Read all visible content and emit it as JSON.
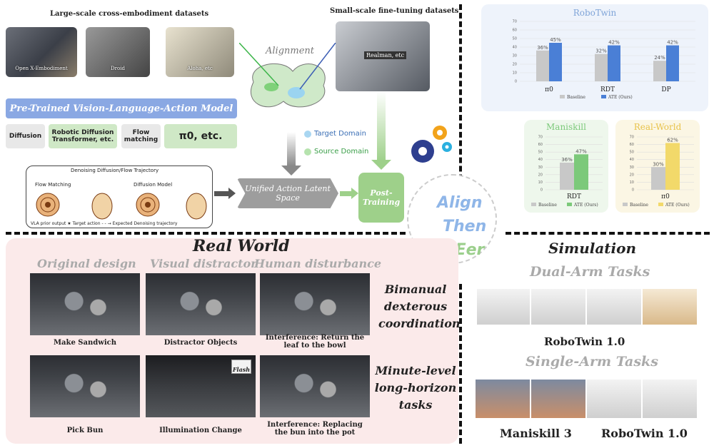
{
  "top": {
    "large_title": "Large-scale cross-embodiment datasets",
    "small_title": "Small-scale fine-tuning datasets",
    "datasets": [
      "Open X-Embodiment",
      "Droid",
      "Aloha, etc"
    ],
    "realman": "Realman, etc",
    "alignment": "Alignment",
    "pretrained": "Pre-Trained Vision-Language-Action Model",
    "models": [
      "Diffusion",
      "Robotic Diffusion Transformer, etc.",
      "Flow matching",
      "π0, etc."
    ],
    "target_domain": "Target Domain",
    "source_domain": "Source Domain",
    "trajectory_title": "Denoising Diffusion/Flow Trajectory",
    "flow_matching": "Flow Matching",
    "diffusion_model": "Diffusion Model",
    "vla_output": "VLA prior output",
    "target_action": "Target action",
    "expected_traj": "Expected Denoising trajectory",
    "unified": "Unified Action Latent Space",
    "post_training": "Post-Training"
  },
  "center_logo": {
    "line1": "Align",
    "line2": "Then",
    "line3": "stEer"
  },
  "real_world": {
    "title": "Real World",
    "columns": [
      "Original design",
      "Visual distractor",
      "Human disturbance"
    ],
    "captions_row1": [
      "Make Sandwich",
      "Distractor Objects",
      "Interference: Return the leaf to the bowl"
    ],
    "captions_row2": [
      "Pick Bun",
      "Illumination Change",
      "Interference: Replacing the bun into the pot"
    ],
    "flash": "Flash",
    "side1": "Bimanual dexterous coordination",
    "side2": "Minute-level long-horizon tasks"
  },
  "simulation": {
    "title": "Simulation",
    "dual": "Dual-Arm Tasks",
    "robotwin1": "RoboTwin 1.0",
    "single": "Single-Arm Tasks",
    "maniskill3": "Maniskill 3",
    "robotwin2": "RoboTwin 1.0"
  },
  "colors": {
    "baseline": "#c8c8c8",
    "robotwin": "#4a7fd6",
    "maniskill": "#7cc97a",
    "realworld": "#f2d96a"
  },
  "chart_data": [
    {
      "type": "bar",
      "title": "RoboTwin",
      "categories": [
        "π0",
        "RDT",
        "DP"
      ],
      "series": [
        {
          "name": "Baseline",
          "values": [
            36,
            32,
            24
          ]
        },
        {
          "name": "ATE (Ours)",
          "values": [
            45,
            42,
            42
          ]
        }
      ],
      "ylim": [
        0,
        70
      ],
      "ticks": [
        "0",
        "10",
        "20",
        "30",
        "40",
        "50",
        "60",
        "70"
      ],
      "value_labels": [
        [
          "36%",
          "32%",
          "24%"
        ],
        [
          "45%",
          "42%",
          "42%"
        ]
      ],
      "grid": true,
      "legend": "bottom"
    },
    {
      "type": "bar",
      "title": "Maniskill",
      "categories": [
        "RDT"
      ],
      "series": [
        {
          "name": "Baseline",
          "values": [
            36
          ]
        },
        {
          "name": "ATE (Ours)",
          "values": [
            47
          ]
        }
      ],
      "ylim": [
        0,
        70
      ],
      "ticks": [
        "0",
        "10",
        "20",
        "30",
        "40",
        "50",
        "60",
        "70"
      ],
      "value_labels": [
        [
          "36%"
        ],
        [
          "47%"
        ]
      ],
      "grid": true,
      "legend": "bottom"
    },
    {
      "type": "bar",
      "title": "Real-World",
      "categories": [
        "π0"
      ],
      "series": [
        {
          "name": "Baseline",
          "values": [
            30
          ]
        },
        {
          "name": "ATE (Ours)",
          "values": [
            62
          ]
        }
      ],
      "ylim": [
        0,
        70
      ],
      "ticks": [
        "0",
        "10",
        "20",
        "30",
        "40",
        "50",
        "60",
        "70"
      ],
      "value_labels": [
        [
          "30%"
        ],
        [
          "62%"
        ]
      ],
      "grid": true,
      "legend": "bottom"
    }
  ]
}
